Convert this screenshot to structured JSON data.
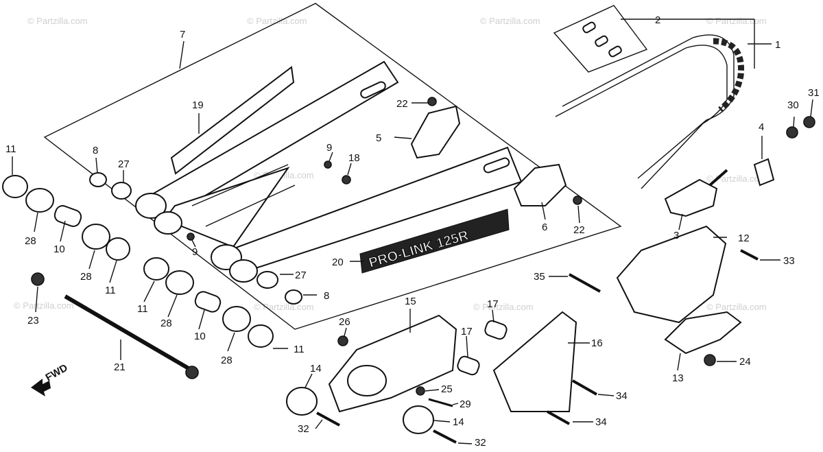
{
  "watermark": "© Partzilla.com",
  "fwd_label": "FWD",
  "decal_text": "PRO-LINK 125R",
  "callouts": {
    "c1": "1",
    "c2": "2",
    "c3": "3",
    "c4": "4",
    "c5": "5",
    "c6": "6",
    "c7": "7",
    "c8a": "8",
    "c8b": "8",
    "c9a": "9",
    "c9b": "9",
    "c10a": "10",
    "c10b": "10",
    "c11a": "11",
    "c11b": "11",
    "c11c": "11",
    "c11d": "11",
    "c12": "12",
    "c13": "13",
    "c14a": "14",
    "c14b": "14",
    "c15": "15",
    "c16": "16",
    "c17a": "17",
    "c17b": "17",
    "c18": "18",
    "c19": "19",
    "c20": "20",
    "c21": "21",
    "c22a": "22",
    "c22b": "22",
    "c23": "23",
    "c24": "24",
    "c25": "25",
    "c26": "26",
    "c27a": "27",
    "c27b": "27",
    "c28a": "28",
    "c28b": "28",
    "c28c": "28",
    "c28d": "28",
    "c29": "29",
    "c30": "30",
    "c31": "31",
    "c32a": "32",
    "c32b": "32",
    "c33": "33",
    "c34a": "34",
    "c34b": "34",
    "c35": "35"
  }
}
